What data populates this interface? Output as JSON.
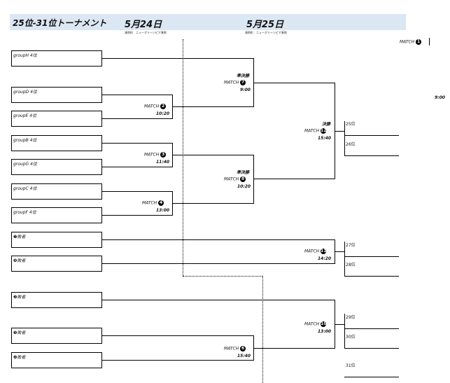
{
  "header": {
    "title": "25位-31位トーナメント",
    "day1": "5月24日",
    "day2": "5月25日",
    "venue1": "湊飛町　ニューグリーンピア湊飛",
    "venue2": "湊飛町　ニューグリーンピア湊飛"
  },
  "slots": [
    "groupH 4位",
    "groupD 4位",
    "groupE 4位",
    "groupB 4位",
    "groupG 4位",
    "groupC 4位",
    "groupF 4位",
    "❼敗者",
    "❾敗者",
    "❷敗者",
    "❸敗者",
    "❹敗者"
  ],
  "matches": {
    "m1": {
      "label": "MATCH",
      "num": "1",
      "time": "9:00"
    },
    "m2": {
      "label": "MATCH",
      "num": "2",
      "time": "10:20"
    },
    "m3": {
      "label": "MATCH",
      "num": "3",
      "time": "11:40"
    },
    "m4": {
      "label": "MATCH",
      "num": "4",
      "time": "13:00"
    },
    "m6": {
      "label": "MATCH",
      "num": "6",
      "time": "15:40"
    },
    "m7": {
      "round": "準決勝",
      "label": "MATCH",
      "num": "7",
      "time": "9:00"
    },
    "m8": {
      "round": "準決勝",
      "label": "MATCH",
      "num": "8",
      "time": "10:20"
    },
    "m10": {
      "label": "MATCH",
      "num": "10",
      "time": "13:00"
    },
    "m11": {
      "label": "MATCH",
      "num": "11",
      "time": "14:20"
    },
    "m12": {
      "round": "決勝",
      "label": "MATCH",
      "num": "12",
      "time": "15:40"
    }
  },
  "places": [
    "25位",
    "26位",
    "27位",
    "28位",
    "29位",
    "30位",
    "31位"
  ]
}
